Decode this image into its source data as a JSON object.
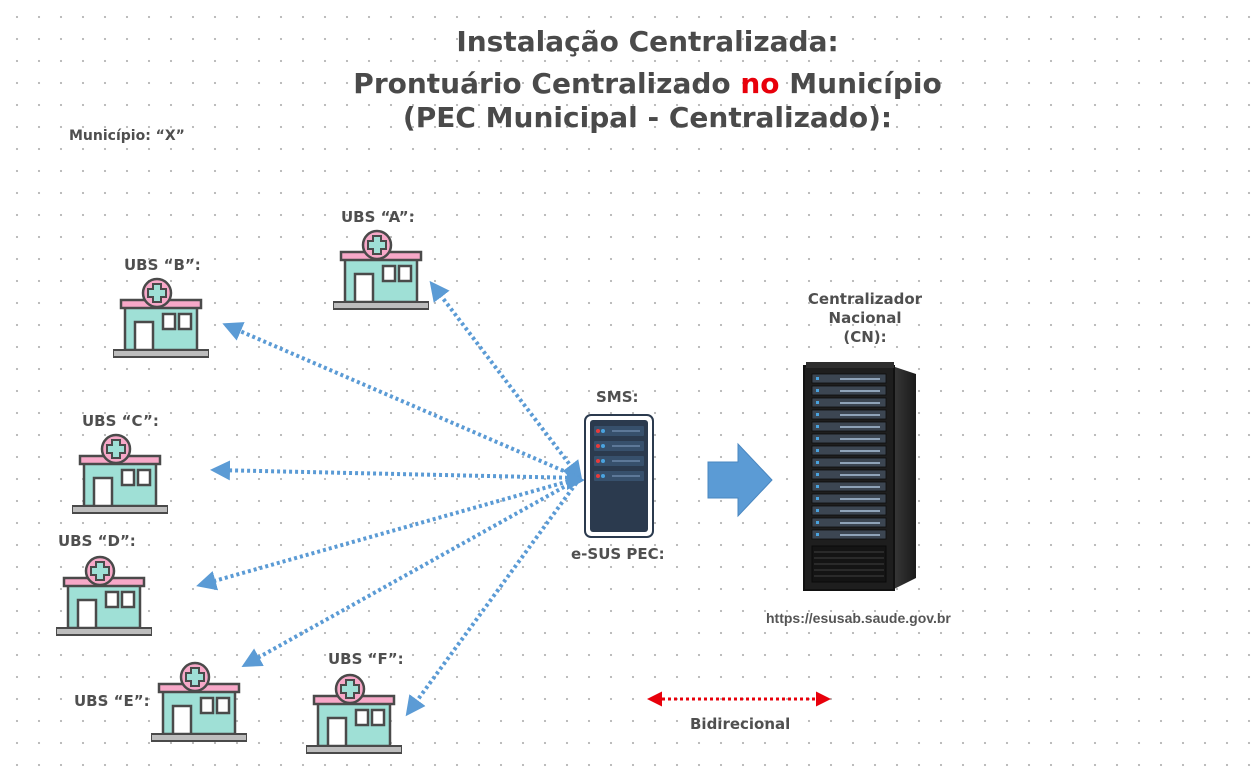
{
  "title": {
    "line1": "Instalação Centralizada:",
    "line2_part1": "Prontuário Centralizado ",
    "line2_highlight": "no",
    "line2_part2": " Município",
    "line3": "(PEC Municipal - Centralizado):"
  },
  "municipio_label": "Município: “X”",
  "ubs": {
    "a": "UBS “A”:",
    "b": "UBS “B”:",
    "c": "UBS “C”:",
    "d": "UBS “D”:",
    "e": "UBS “E”:",
    "f": "UBS “F”:"
  },
  "sms_label": "SMS:",
  "esus_label": "e-SUS PEC:",
  "cn_label": {
    "line1": "Centralizador",
    "line2": "Nacional",
    "line3": "(CN):"
  },
  "url": "https://esusab.saude.gov.br",
  "legend": {
    "label": "Bidirecional"
  },
  "colors": {
    "link_blue": "#5b9bd5",
    "link_red": "#e8000b",
    "arrow_blue": "#5b9bd5",
    "clinic_teal": "#9fe0d6",
    "clinic_pink": "#f7a8c8",
    "server_dark": "#2b3a4e"
  },
  "icons": {
    "clinic": "clinic-icon",
    "sms_server": "server-icon",
    "cn_rack": "server-rack-icon",
    "flow_arrow": "right-arrow-icon"
  }
}
